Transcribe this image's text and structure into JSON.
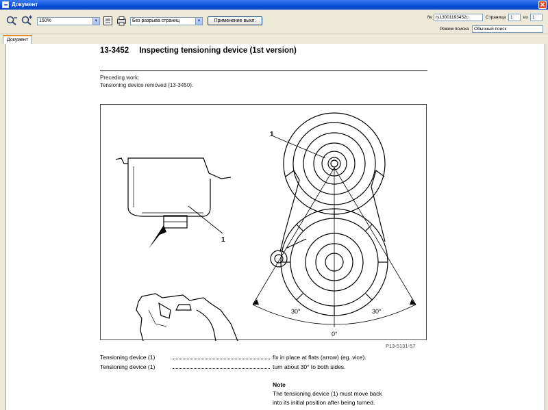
{
  "window": {
    "title": "Документ"
  },
  "toolbar": {
    "zoom": "150%",
    "view_mode": "Без разрыва страниц",
    "apply_button": "Применение выкл.",
    "doc_number_label": "№",
    "doc_number": "rs13001193452c",
    "page_label": "Страница",
    "page_current": "1",
    "page_of_label": "из",
    "page_total": "1",
    "search_mode_label": "Режим поиска",
    "search_mode": "Обычный поиск"
  },
  "tabs": [
    {
      "label": "Документ"
    }
  ],
  "document": {
    "number": "13-3452",
    "title": "Inspecting tensioning device (1st version)",
    "preceding_label": "Preceding work:",
    "preceding_item": "Tensioning device removed (13-3450).",
    "figure": {
      "ref": "P13-5131-57",
      "callout_left": "1",
      "callout_right": "1",
      "angle_left": "30°",
      "angle_right": "30°",
      "angle_center": "0°"
    },
    "steps": [
      {
        "part": "Tensioning device (1)",
        "action": "fix in place at flats (arrow) (eg. vice)."
      },
      {
        "part": "Tensioning device (1)",
        "action": "turn about 30° to both sides."
      }
    ],
    "note": {
      "heading": "Note",
      "text_line1": "The tensioning device (1) must move back",
      "text_line2": "into its initial position after being turned."
    }
  }
}
